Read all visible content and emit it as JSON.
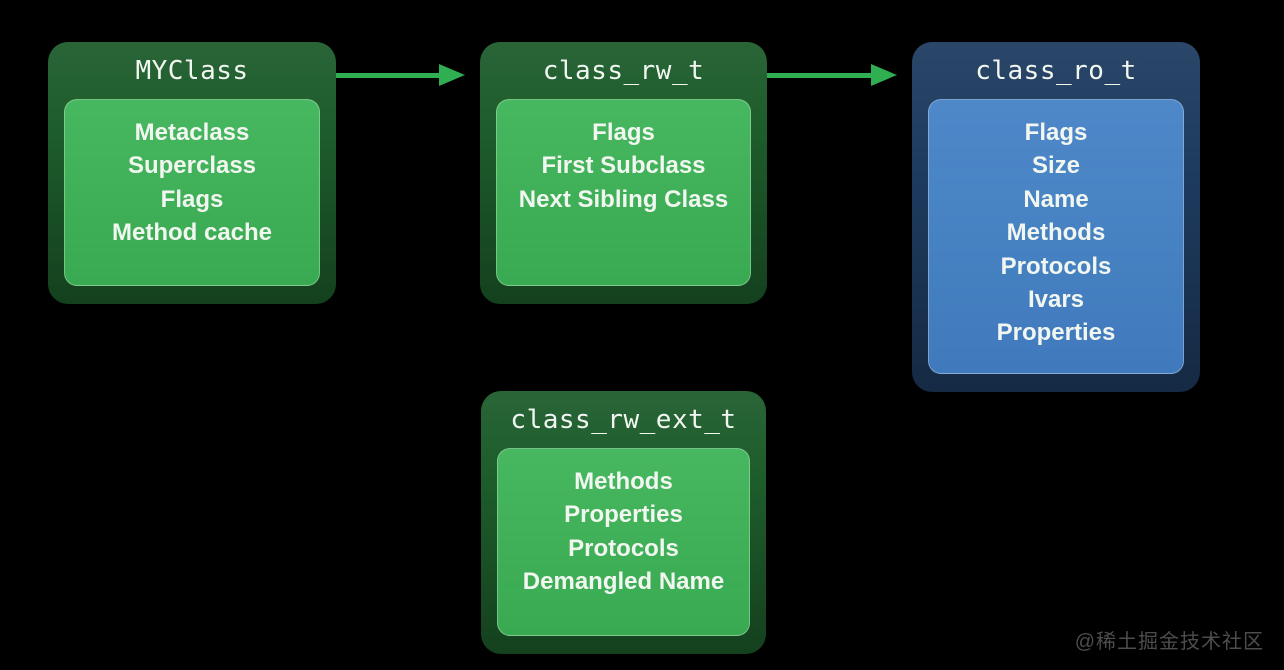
{
  "diagram": {
    "nodes": [
      {
        "title": "MYClass",
        "theme": "green",
        "items": [
          "Metaclass",
          "Superclass",
          "Flags",
          "Method cache"
        ]
      },
      {
        "title": "class_rw_t",
        "theme": "green",
        "items": [
          "Flags",
          "First Subclass",
          "Next Sibling Class"
        ]
      },
      {
        "title": "class_ro_t",
        "theme": "blue",
        "items": [
          "Flags",
          "Size",
          "Name",
          "Methods",
          "Protocols",
          "Ivars",
          "Properties"
        ]
      },
      {
        "title": "class_rw_ext_t",
        "theme": "green",
        "items": [
          "Methods",
          "Properties",
          "Protocols",
          "Demangled Name"
        ]
      }
    ],
    "arrows": [
      {
        "from": "MYClass",
        "to": "class_rw_t"
      },
      {
        "from": "class_rw_t",
        "to": "class_ro_t"
      }
    ]
  },
  "watermark": {
    "text": "@稀土掘金技术社区"
  },
  "colors": {
    "bg": "#000000",
    "green_outer": "#1d5c2b",
    "green_inner": "#3cb356",
    "blue_outer": "#1e3c60",
    "blue_inner": "#4381c6",
    "arrow": "#2fae52",
    "text": "#f1f6f0",
    "watermark": "#4d4d4d"
  }
}
